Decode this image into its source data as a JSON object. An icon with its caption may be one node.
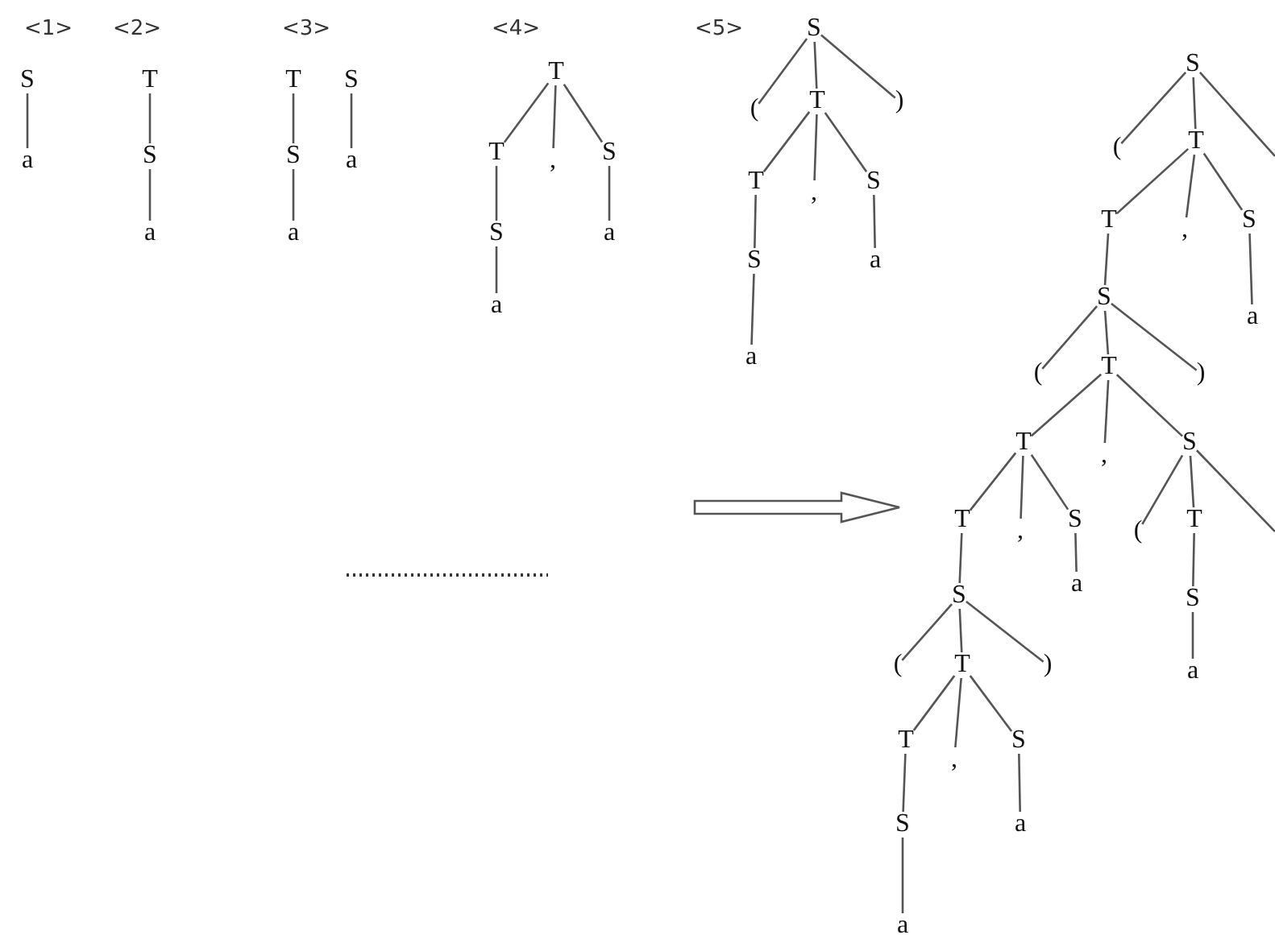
{
  "diagram": {
    "nodes": [
      {
        "text": [
          "S"
        ]
      },
      {
        "text": [
          "a"
        ]
      },
      {
        "text": [
          "T"
        ]
      },
      {
        "text": [
          "S"
        ]
      },
      {
        "text": [
          "a"
        ]
      },
      {
        "text": [
          "T"
        ]
      },
      {
        "text": [
          "S"
        ]
      },
      {
        "text": [
          "a"
        ]
      },
      {
        "text": [
          "S"
        ]
      },
      {
        "text": [
          "a"
        ]
      },
      {
        "text": [
          "T"
        ]
      },
      {
        "text": [
          "T"
        ]
      },
      {
        "text": [
          ","
        ]
      },
      {
        "text": [
          "S"
        ]
      },
      {
        "text": [
          "S"
        ]
      },
      {
        "text": [
          "a"
        ]
      },
      {
        "text": [
          "a"
        ]
      },
      {
        "text": [
          "S"
        ]
      },
      {
        "text": [
          "("
        ]
      },
      {
        "text": [
          "T"
        ]
      },
      {
        "text": [
          ")"
        ]
      },
      {
        "text": [
          "T"
        ]
      },
      {
        "text": [
          ","
        ]
      },
      {
        "text": [
          "S"
        ]
      },
      {
        "text": [
          "S"
        ]
      },
      {
        "text": [
          "a"
        ]
      },
      {
        "text": [
          "a"
        ]
      },
      {
        "text": [
          "S"
        ]
      },
      {
        "text": [
          "("
        ]
      },
      {
        "text": [
          "T"
        ]
      },
      {
        "text": [
          "T"
        ]
      },
      {
        "text": [
          ","
        ]
      },
      {
        "text": [
          "S"
        ]
      },
      {
        "text": [
          "a"
        ]
      },
      {
        "text": [
          "S"
        ]
      },
      {
        "text": [
          "("
        ]
      },
      {
        "text": [
          "T"
        ]
      },
      {
        "text": [
          ")"
        ]
      },
      {
        "text": [
          "T"
        ]
      },
      {
        "text": [
          ","
        ]
      },
      {
        "text": [
          "S"
        ]
      },
      {
        "text": [
          "T"
        ]
      },
      {
        "text": [
          ","
        ]
      },
      {
        "text": [
          "S"
        ]
      },
      {
        "text": [
          "("
        ]
      },
      {
        "text": [
          "T"
        ]
      },
      {
        "text": [
          "a"
        ]
      },
      {
        "text": [
          "S"
        ]
      },
      {
        "text": [
          "S"
        ]
      },
      {
        "text": [
          "("
        ]
      },
      {
        "text": [
          "T"
        ]
      },
      {
        "text": [
          ")"
        ]
      },
      {
        "text": [
          "a"
        ]
      },
      {
        "text": [
          "T"
        ]
      },
      {
        "text": [
          ","
        ]
      },
      {
        "text": [
          "S"
        ]
      },
      {
        "text": [
          "S"
        ]
      },
      {
        "text": [
          "a"
        ]
      },
      {
        "text": [
          "a"
        ]
      }
    ],
    "edges": [
      {
        "from": 0,
        "to": 1,
        "arrow": "none"
      },
      {
        "from": 2,
        "to": 3,
        "arrow": "none"
      },
      {
        "from": 3,
        "to": 4,
        "arrow": "none"
      },
      {
        "from": 5,
        "to": 6,
        "arrow": "none"
      },
      {
        "from": 6,
        "to": 7,
        "arrow": "none"
      },
      {
        "from": 8,
        "to": 9,
        "arrow": "none"
      },
      {
        "from": 10,
        "to": 11,
        "arrow": "none"
      },
      {
        "from": 10,
        "to": 12,
        "arrow": "none"
      },
      {
        "from": 10,
        "to": 13,
        "arrow": "none"
      },
      {
        "from": 11,
        "to": 14,
        "arrow": "none"
      },
      {
        "from": 13,
        "to": 15,
        "arrow": "none"
      },
      {
        "from": 14,
        "to": 16,
        "arrow": "none"
      },
      {
        "from": 17,
        "to": 18,
        "arrow": "none"
      },
      {
        "from": 17,
        "to": 19,
        "arrow": "none"
      },
      {
        "from": 17,
        "to": 20,
        "arrow": "none"
      },
      {
        "from": 19,
        "to": 21,
        "arrow": "none"
      },
      {
        "from": 19,
        "to": 22,
        "arrow": "none"
      },
      {
        "from": 19,
        "to": 23,
        "arrow": "none"
      },
      {
        "from": 21,
        "to": 24,
        "arrow": "none"
      },
      {
        "from": 23,
        "to": 25,
        "arrow": "none"
      },
      {
        "from": 24,
        "to": 26,
        "arrow": "none"
      },
      {
        "from": 27,
        "to": 28,
        "arrow": "none"
      },
      {
        "from": 27,
        "to": 29,
        "arrow": "none"
      },
      {
        "from": 27,
        "to": null,
        "arrow": "none"
      },
      {
        "from": 29,
        "to": 30,
        "arrow": "none"
      },
      {
        "from": 29,
        "to": 31,
        "arrow": "none"
      },
      {
        "from": 29,
        "to": 32,
        "arrow": "none"
      },
      {
        "from": 32,
        "to": 33,
        "arrow": "none"
      },
      {
        "from": 30,
        "to": 34,
        "arrow": "none"
      },
      {
        "from": 34,
        "to": 35,
        "arrow": "none"
      },
      {
        "from": 34,
        "to": 36,
        "arrow": "none"
      },
      {
        "from": 34,
        "to": 37,
        "arrow": "none"
      },
      {
        "from": 36,
        "to": 38,
        "arrow": "none"
      },
      {
        "from": 36,
        "to": 39,
        "arrow": "none"
      },
      {
        "from": 36,
        "to": 40,
        "arrow": "none"
      },
      {
        "from": 38,
        "to": 41,
        "arrow": "none"
      },
      {
        "from": 38,
        "to": 42,
        "arrow": "none"
      },
      {
        "from": 38,
        "to": 43,
        "arrow": "none"
      },
      {
        "from": 40,
        "to": 44,
        "arrow": "none"
      },
      {
        "from": 40,
        "to": 45,
        "arrow": "none"
      },
      {
        "from": 40,
        "to": null,
        "arrow": "none"
      },
      {
        "from": 43,
        "to": 46,
        "arrow": "none"
      },
      {
        "from": 41,
        "to": 47,
        "arrow": "none"
      },
      {
        "from": 45,
        "to": 48,
        "arrow": "none"
      },
      {
        "from": 47,
        "to": 49,
        "arrow": "none"
      },
      {
        "from": 47,
        "to": 50,
        "arrow": "none"
      },
      {
        "from": 47,
        "to": 51,
        "arrow": "none"
      },
      {
        "from": 48,
        "to": 52,
        "arrow": "none"
      },
      {
        "from": 50,
        "to": 53,
        "arrow": "none"
      },
      {
        "from": 50,
        "to": 54,
        "arrow": "none"
      },
      {
        "from": 50,
        "to": 55,
        "arrow": "none"
      },
      {
        "from": 53,
        "to": 56,
        "arrow": "none"
      },
      {
        "from": 55,
        "to": 57,
        "arrow": "none"
      },
      {
        "from": 56,
        "to": 58,
        "arrow": "none"
      }
    ],
    "labels": [
      "<1>",
      "<2>",
      "<3>",
      "<4>",
      "<5>"
    ]
  }
}
